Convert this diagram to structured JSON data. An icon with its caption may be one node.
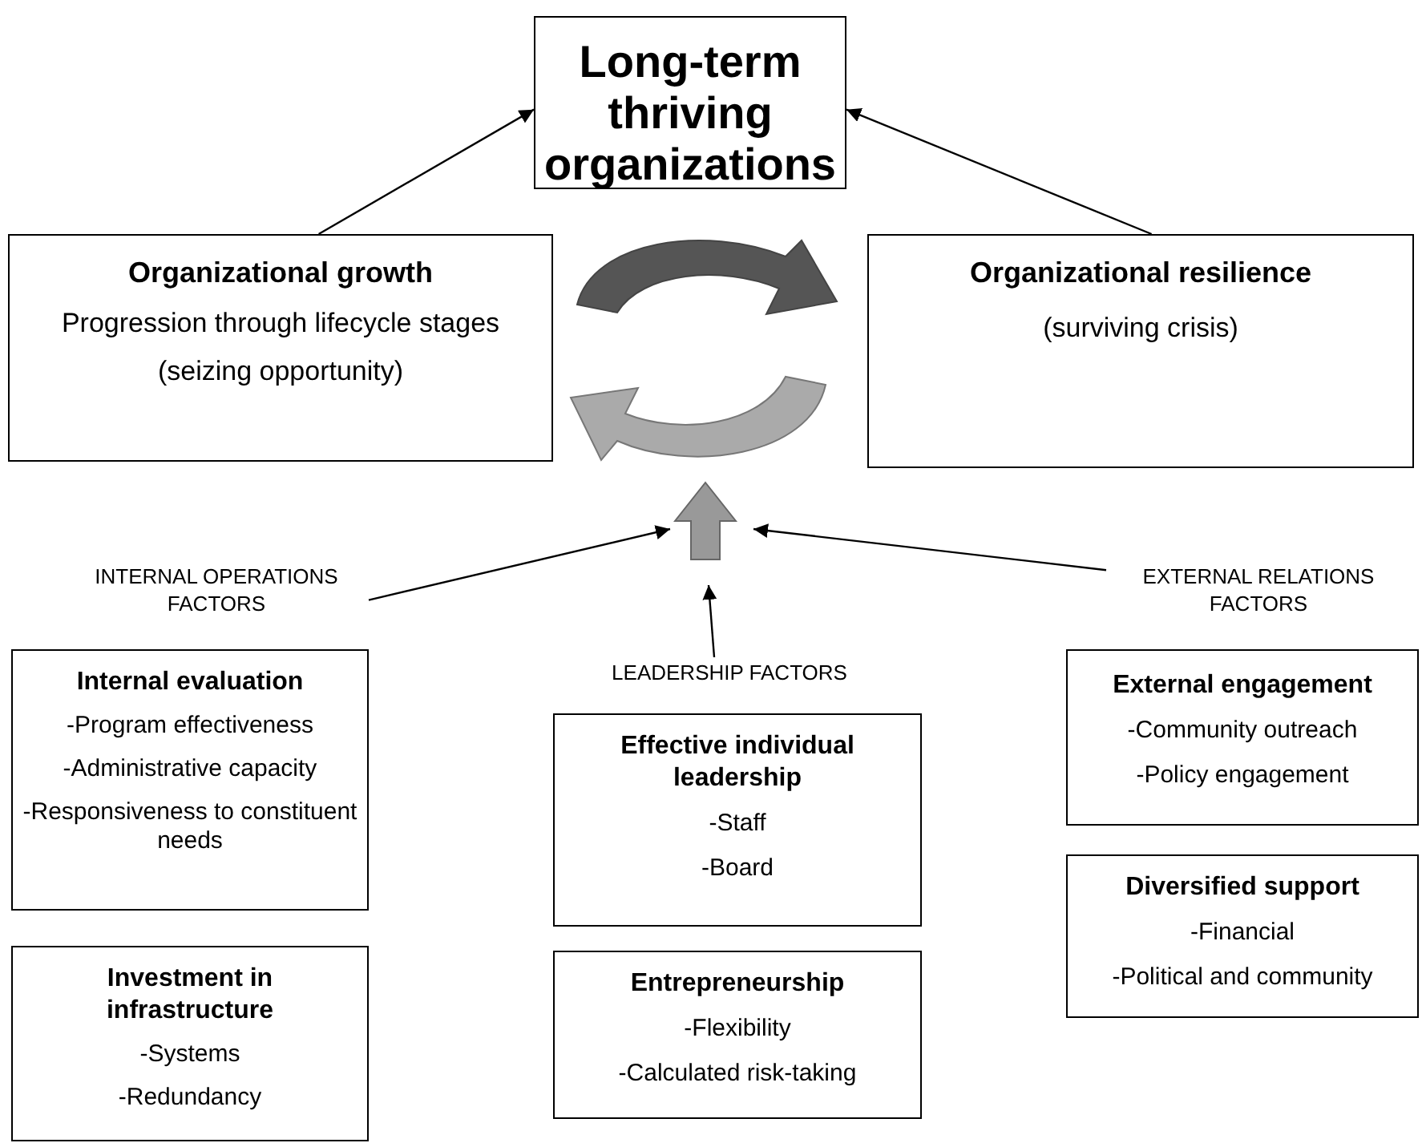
{
  "diagram": {
    "nodes": [
      {
        "text": [
          "Long-term thriving organizations"
        ]
      },
      {
        "text": [
          "Organizational growth",
          "Progression through lifecycle stages",
          "(seizing opportunity)"
        ]
      },
      {
        "text": [
          "Organizational resilience",
          "(surviving crisis)"
        ]
      },
      {
        "text": [],
        "shape": "arrow"
      },
      {
        "text": [
          "INTERNAL OPERATIONS FACTORS"
        ]
      },
      {
        "text": [
          "LEADERSHIP FACTORS"
        ]
      },
      {
        "text": [
          "EXTERNAL RELATIONS FACTORS"
        ]
      },
      {
        "text": [
          "Internal evaluation",
          "-Program effectiveness",
          "-Administrative capacity",
          "-Responsiveness to constituent needs"
        ]
      },
      {
        "text": [
          "Investment in infrastructure",
          "-Systems",
          "-Redundancy"
        ]
      },
      {
        "text": [
          "Effective individual leadership",
          "-Staff",
          "-Board"
        ]
      },
      {
        "text": [
          "Entrepreneurship",
          "-Flexibility",
          "-Calculated risk-taking"
        ]
      },
      {
        "text": [
          "External engagement",
          "-Community outreach",
          "-Policy engagement"
        ]
      },
      {
        "text": [
          "Diversified support",
          "-Financial",
          "-Political and community"
        ]
      }
    ],
    "edges": [
      {
        "from": 1,
        "to": 0,
        "arrow": "to"
      },
      {
        "from": 2,
        "to": 0,
        "arrow": "to"
      },
      {
        "from": 4,
        "to": 3,
        "arrow": "to"
      },
      {
        "from": 5,
        "to": 3,
        "arrow": "to"
      },
      {
        "from": 6,
        "to": 3,
        "arrow": "to"
      }
    ]
  }
}
